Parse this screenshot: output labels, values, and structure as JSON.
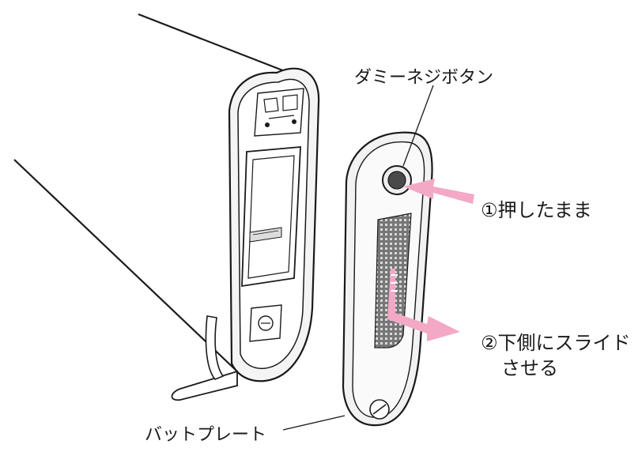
{
  "labels": {
    "dummy_screw_button": "ダミーネジボタン",
    "step1": "①押したまま",
    "step2_line1": "②下側にスライド",
    "step2_line2": "させる",
    "bat_plate": "バットプレート"
  },
  "colors": {
    "line": "#1a1a1a",
    "body_fill": "#ffffff",
    "plate_fill": "#f2f2f2",
    "mesh": "#555555",
    "arrow": "#f3a9c6"
  }
}
